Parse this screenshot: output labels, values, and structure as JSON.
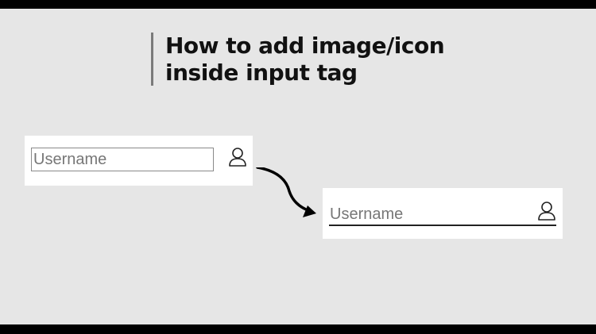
{
  "title": {
    "line1": "How to add image/icon",
    "line2": "inside input tag"
  },
  "example_boxed": {
    "placeholder": "Username",
    "icon": "user-icon"
  },
  "example_underlined": {
    "placeholder": "Username",
    "icon": "user-icon"
  },
  "colors": {
    "background": "#e6e6e6",
    "frame": "#000000",
    "card": "#ffffff",
    "placeholder_text": "#777777",
    "title_bar": "#7a7a7a"
  }
}
